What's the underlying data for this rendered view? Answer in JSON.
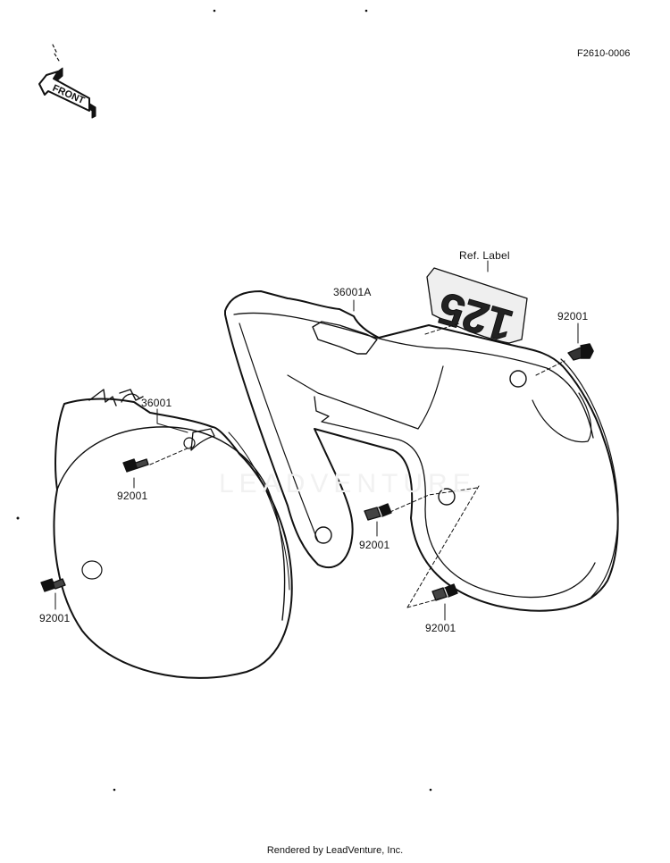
{
  "diagram_code": "F2610-0006",
  "front_label": "FRONT",
  "watermark": "LEADVENTURE",
  "decal_text": "125",
  "callouts": {
    "ref_label": "Ref.  Label",
    "cover_right": "36001A",
    "cover_left": "36001",
    "bolt_top_right": "92001",
    "bolt_left_upper": "92001",
    "bolt_left_lower": "92001",
    "bolt_center": "92001",
    "bolt_bottom_right": "92001"
  },
  "footer": "Rendered by LeadVenture, Inc."
}
